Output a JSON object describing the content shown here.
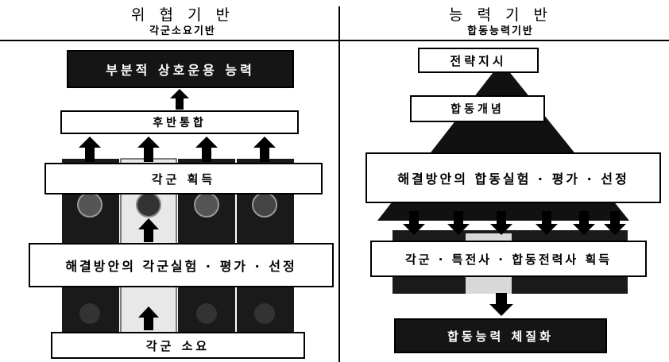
{
  "left": {
    "title": "위 협 기 반",
    "subtitle": "각군소요기반",
    "top_box": "부분적 상호운용 능력",
    "integration_box": "후반통합",
    "acquisition_box": "각군 획득",
    "experiment_box": "해결방안의 각군실험 · 평가 · 선정",
    "requirement_box": "각군 소요"
  },
  "right": {
    "title": "능 력 기 반",
    "subtitle": "합동능력기반",
    "strategy_box": "전략지시",
    "concept_box": "합동개념",
    "experiment_box": "해결방안의 합동실험 · 평가 · 선정",
    "acquisition_box": "각군 · 특전사 · 합동전력사 획득",
    "result_box": "합동능력 체질화"
  }
}
